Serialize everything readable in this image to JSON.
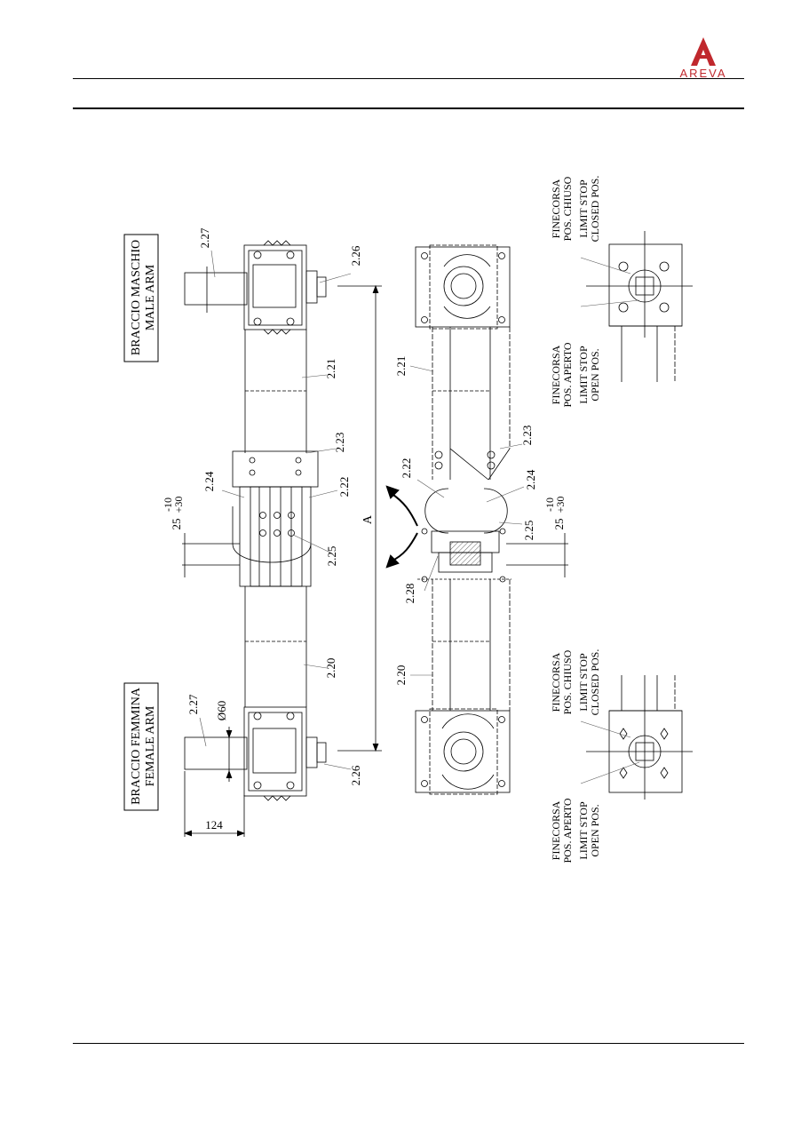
{
  "header": {
    "logo_text": "AREVA"
  },
  "drawing": {
    "male_arm": {
      "line1": "BRACCIO MASCHIO",
      "line2": "MALE ARM"
    },
    "female_arm": {
      "line1": "BRACCIO FEMMINA",
      "line2": "FEMALE ARM"
    },
    "parts": {
      "p2_20": "2.20",
      "p2_21": "2.21",
      "p2_22": "2.22",
      "p2_23": "2.23",
      "p2_24": "2.24",
      "p2_25": "2.25",
      "p2_26": "2.26",
      "p2_27": "2.27",
      "p2_28": "2.28"
    },
    "dimensions": {
      "tolerance_main": "25",
      "tolerance_lower": "+30",
      "tolerance_upper": "-10",
      "diameter": "Ø60",
      "width_124": "124",
      "distance_a": "A"
    },
    "limit_stop": {
      "closed_it_1": "FINECORSA",
      "closed_it_2": "POS. CHIUSO",
      "closed_en_1": "LIMIT STOP",
      "closed_en_2": "CLOSED POS.",
      "open_it_1": "FINECORSA",
      "open_it_2": "POS. APERTO",
      "open_en_1": "LIMIT STOP",
      "open_en_2": "OPEN POS."
    }
  },
  "colors": {
    "logo_red": "#c0282d",
    "ink": "#000000",
    "leader_gray": "#555555"
  }
}
